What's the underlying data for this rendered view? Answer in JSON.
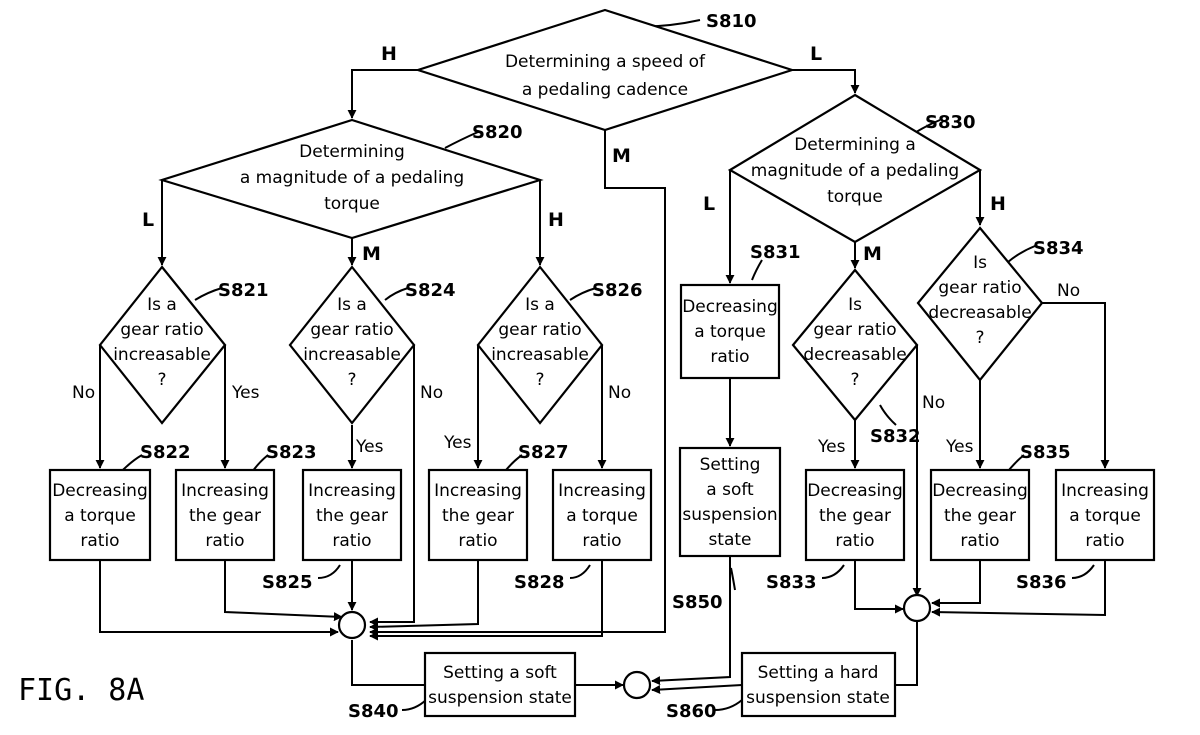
{
  "figure_label": "FIG. 8A",
  "steps": {
    "S810": {
      "id": "S810",
      "lines": [
        "Determining a speed of",
        "a pedaling cadence"
      ]
    },
    "S820": {
      "id": "S820",
      "lines": [
        "Determining",
        "a magnitude of a pedaling",
        "torque"
      ]
    },
    "S830": {
      "id": "S830",
      "lines": [
        "Determining a",
        "magnitude of a pedaling",
        "torque"
      ]
    },
    "S821": {
      "id": "S821",
      "lines": [
        "Is a",
        "gear ratio",
        "increasable",
        "?"
      ]
    },
    "S824": {
      "id": "S824",
      "lines": [
        "Is a",
        "gear ratio",
        "increasable",
        "?"
      ]
    },
    "S826": {
      "id": "S826",
      "lines": [
        "Is a",
        "gear ratio",
        "increasable",
        "?"
      ]
    },
    "S832": {
      "id": "S832",
      "lines": [
        "Is",
        "gear ratio",
        "decreasable",
        "?"
      ]
    },
    "S834": {
      "id": "S834",
      "lines": [
        "Is",
        "gear ratio",
        "decreasable",
        "?"
      ]
    },
    "S822": {
      "id": "S822",
      "lines": [
        "Decreasing",
        "a torque",
        "ratio"
      ]
    },
    "S823": {
      "id": "S823",
      "lines": [
        "Increasing",
        "the gear",
        "ratio"
      ]
    },
    "S825": {
      "id": "S825",
      "lines": [
        "Increasing",
        "the gear",
        "ratio"
      ]
    },
    "S827": {
      "id": "S827",
      "lines": [
        "Increasing",
        "the gear",
        "ratio"
      ]
    },
    "S828": {
      "id": "S828",
      "lines": [
        "Increasing",
        "a torque",
        "ratio"
      ]
    },
    "S831": {
      "id": "S831",
      "lines": [
        "Decreasing",
        "a torque",
        "ratio"
      ]
    },
    "S850": {
      "id": "S850",
      "lines": [
        "Setting",
        "a soft",
        "suspension",
        "state"
      ]
    },
    "S833": {
      "id": "S833",
      "lines": [
        "Decreasing",
        "the gear",
        "ratio"
      ]
    },
    "S835": {
      "id": "S835",
      "lines": [
        "Decreasing",
        "the gear",
        "ratio"
      ]
    },
    "S836": {
      "id": "S836",
      "lines": [
        "Increasing",
        "a torque",
        "ratio"
      ]
    },
    "S840": {
      "id": "S840",
      "lines": [
        "Setting a soft",
        "suspension state"
      ]
    },
    "S860": {
      "id": "S860",
      "lines": [
        "Setting a hard",
        "suspension state"
      ]
    }
  },
  "branches": {
    "high": "H",
    "medium": "M",
    "low": "L"
  },
  "answers": {
    "yes": "Yes",
    "no": "No"
  }
}
